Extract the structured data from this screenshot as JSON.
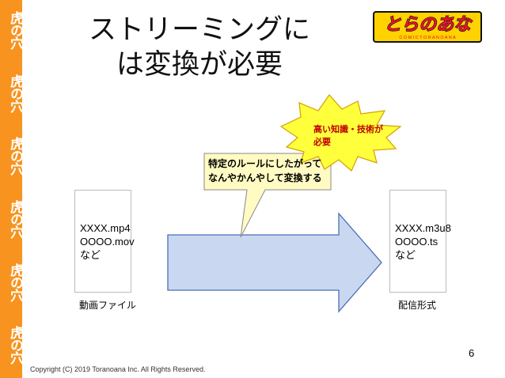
{
  "sidebar": {
    "word": "虎の穴",
    "repeat_count": 6,
    "color": "#f7931e"
  },
  "slide": {
    "title": "ストリーミングに\nは変換が必要",
    "page_number": "6",
    "copyright": "Copyright (C) 2019 Toranoana Inc. All Rights Reserved."
  },
  "logo": {
    "text_main": "とらのあな",
    "text_sub": "C O M I C   T O R A N O A N A",
    "colors": {
      "fill": "#e8132f",
      "background": "#ffd200",
      "border": "#111111"
    }
  },
  "source_box": {
    "lines": "XXXX.mp4\nOOOO.mov\nなど",
    "caption": "動画ファイル"
  },
  "target_box": {
    "lines": "XXXX.m3u8\nOOOO.ts\nなど",
    "caption": "配信形式"
  },
  "arrow": {
    "fill": "#c9d7f0",
    "stroke": "#4a6fb5"
  },
  "callout": {
    "text": "特定のルールにしたがって\nなんやかんやして変換する",
    "fill": "#fffbc2"
  },
  "starburst": {
    "text": "高い知識・技術が\n必要",
    "fill": "#ffff3c",
    "stroke": "#d4a000",
    "text_color": "#c00000"
  }
}
